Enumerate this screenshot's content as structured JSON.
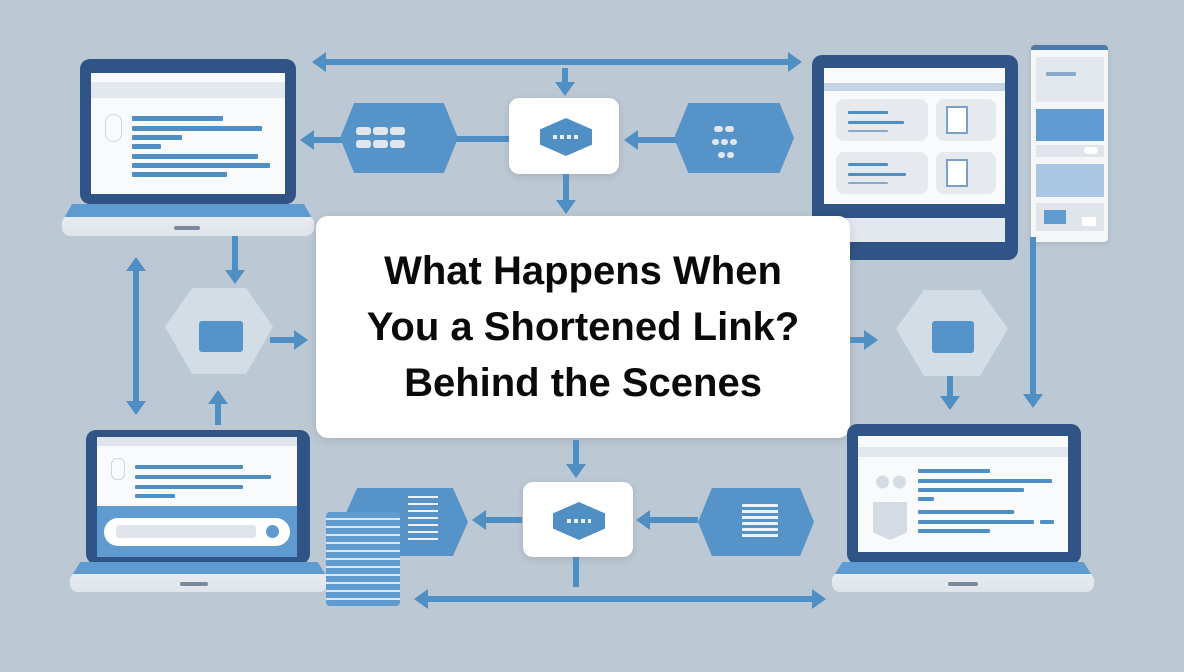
{
  "title": {
    "lines": [
      "What Happens When",
      "You a Shortened Link?",
      "Behind the Scenes"
    ]
  },
  "colors": {
    "background": "#bcc8d3",
    "accent_blue": "#4f8fc4",
    "device_frame": "#2f5485",
    "card_white": "#ffffff",
    "title_text": "#0a0a0a"
  },
  "nodes": {
    "top_left_laptop": {
      "icon": "laptop-browser-icon"
    },
    "top_right_monitor": {
      "icon": "monitor-dashboard-icon"
    },
    "top_right_phone": {
      "icon": "mobile-panel-icon"
    },
    "bottom_left_laptop": {
      "icon": "laptop-search-icon"
    },
    "bottom_right_laptop": {
      "icon": "laptop-analytics-icon"
    },
    "top_center_server": {
      "icon": "server-hex-icon"
    },
    "bottom_center_server": {
      "icon": "server-hex-icon"
    },
    "top_left_db": {
      "icon": "database-grid-icon"
    },
    "top_right_db": {
      "icon": "database-grid-icon"
    },
    "bottom_left_db": {
      "icon": "database-stack-icon"
    },
    "bottom_right_db": {
      "icon": "database-table-icon"
    },
    "left_redirect": {
      "icon": "redirect-card-icon"
    },
    "right_redirect": {
      "icon": "redirect-card-icon"
    }
  }
}
